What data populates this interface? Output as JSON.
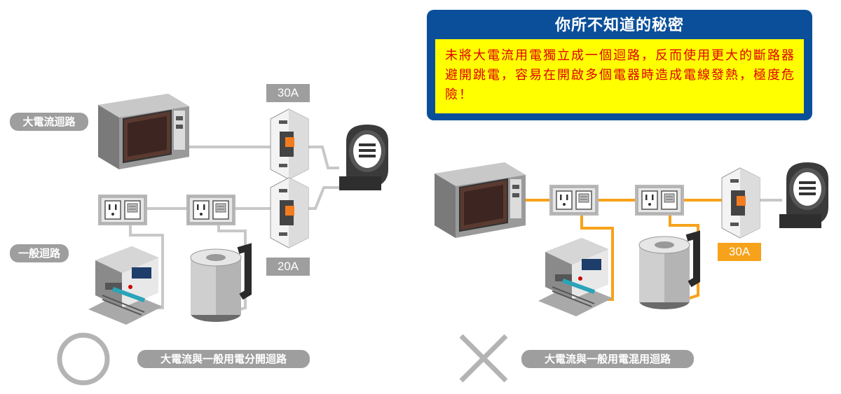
{
  "labels": {
    "high_circuit": "大電流迴路",
    "general_circuit": "一般迴路",
    "separate_caption": "大電流與一般用電分開迴路",
    "mixed_caption": "大電流與一般用電混用迴路"
  },
  "breakers": {
    "high": "30A",
    "general": "20A",
    "mixed": "30A"
  },
  "notice": {
    "title": "你所不知道的秘密",
    "body": "未將大電流用電獨立成一個迴路，反而使用更大的斷路器避開跳電，容易在開啟多個電器時造成電線發熱，極度危險！"
  },
  "colors": {
    "wire_gray": "#c8c8c8",
    "wire_orange": "#f7a21b",
    "notice_blue": "#0b4f9a",
    "notice_yellow": "#ffff00",
    "notice_red": "#e00000",
    "breaker_orange": "#f47c20"
  },
  "icons": {
    "correct": "circle-icon",
    "wrong": "cross-icon"
  }
}
